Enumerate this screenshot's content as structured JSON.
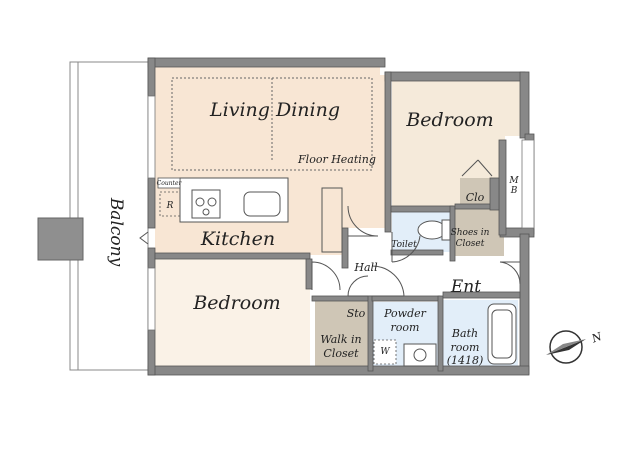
{
  "rooms": {
    "living_dining": "Living Dining",
    "floor_heating": "Floor Heating",
    "kitchen": "Kitchen",
    "bedroom_left": "Bedroom",
    "bedroom_right": "Bedroom",
    "hall": "Hall",
    "ent": "Ent",
    "clo": "Clo",
    "toilet": "Toilet",
    "shoes_in": "Shoes in",
    "shoes_closet": "Closet",
    "storage": "Sto",
    "walk_in": "Walk in",
    "walk_in_closet": "Closet",
    "powder": "Powder",
    "powder_room": "room",
    "bath": "Bath",
    "bath_room": "room",
    "bath_size": "(1418)",
    "counter": "Counter",
    "refrigerator": "R",
    "washer": "W",
    "mb_m": "M",
    "mb_b": "B",
    "balcony": "Balcony"
  },
  "compass": {
    "north": "N"
  }
}
